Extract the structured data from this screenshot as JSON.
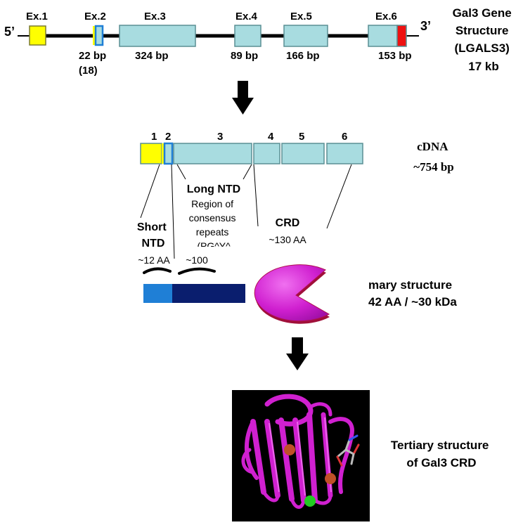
{
  "gene": {
    "five_prime": "5’",
    "three_prime": "3’",
    "exons": [
      {
        "name": "Ex.1",
        "size": ""
      },
      {
        "name": "Ex.2",
        "size": "22 bp",
        "note": "(18)"
      },
      {
        "name": "Ex.3",
        "size": "324 bp"
      },
      {
        "name": "Ex.4",
        "size": "89 bp"
      },
      {
        "name": "Ex.5",
        "size": "166 bp"
      },
      {
        "name": "Ex.6",
        "size": "153 bp"
      }
    ],
    "title_lines": [
      "Gal3 Gene",
      "Structure",
      "(LGALS3)",
      "17 kb"
    ]
  },
  "cdna": {
    "segment_labels": [
      "1",
      "2",
      "3",
      "4",
      "5",
      "6"
    ],
    "title_lines": [
      "cDNA",
      "~754 bp"
    ]
  },
  "domains": {
    "long_ntd": {
      "title": "Long NTD",
      "lines": [
        "Region of",
        "consensus",
        "repeats",
        "(PG^Y^"
      ],
      "count": "~100"
    },
    "short_ntd": {
      "title_lines": [
        "Short",
        "NTD"
      ],
      "count": "~12 AA"
    },
    "crd": {
      "title": "CRD",
      "count": "~130 AA"
    }
  },
  "primary": {
    "title_lines": [
      "mary structure",
      "42 AA / ~30 kDa"
    ]
  },
  "tertiary": {
    "title_lines": [
      "Tertiary structure",
      "of Gal3 CRD"
    ]
  },
  "colors": {
    "exon_fill": "#a8dce0",
    "exon_stroke": "#5a8f94",
    "exon1": "#ffff00",
    "exon6_red": "#ee1111",
    "ex2_blue": "#1f7fd6",
    "short_ntd": "#1f7fd6",
    "long_ntd": "#0a1e6e",
    "crd": "#d020d0",
    "crd_edge": "#a0103a"
  }
}
